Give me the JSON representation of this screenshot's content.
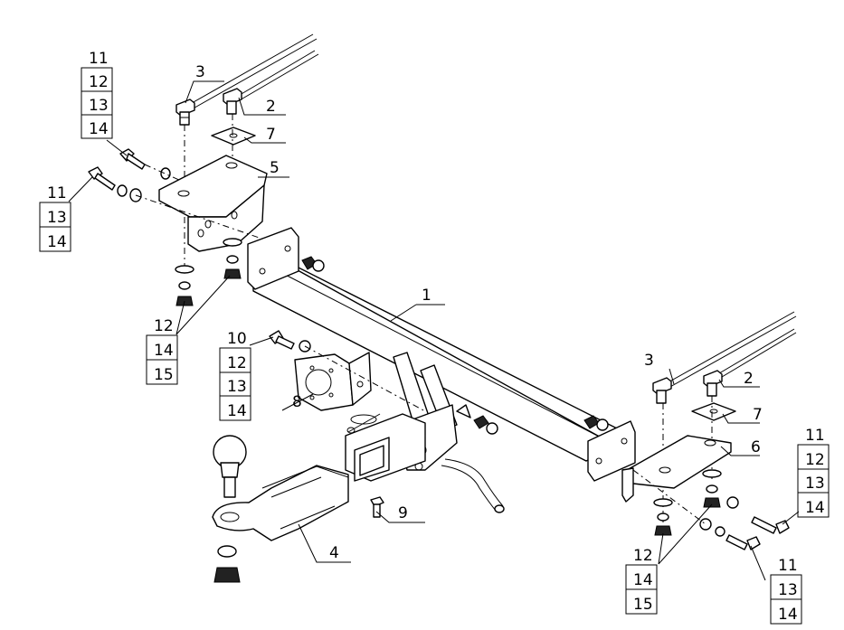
{
  "callouts": {
    "c1": "1",
    "c2_left": "2",
    "c2_right": "2",
    "c3_left": "3",
    "c3_right": "3",
    "c4": "4",
    "c5": "5",
    "c6": "6",
    "c7_left": "7",
    "c7_right": "7",
    "c8": "8",
    "c9": "9"
  },
  "stacks": {
    "top_left": [
      "11",
      "12",
      "13",
      "14"
    ],
    "mid_left": [
      "11",
      "13",
      "14"
    ],
    "bottom_left": [
      "12",
      "14",
      "15"
    ],
    "center": [
      "10",
      "12",
      "13",
      "14"
    ],
    "right_top": [
      "11",
      "12",
      "13",
      "14"
    ],
    "right_bottom_mid": [
      "12",
      "14",
      "15"
    ],
    "right_bottom": [
      "11",
      "13",
      "14"
    ]
  }
}
